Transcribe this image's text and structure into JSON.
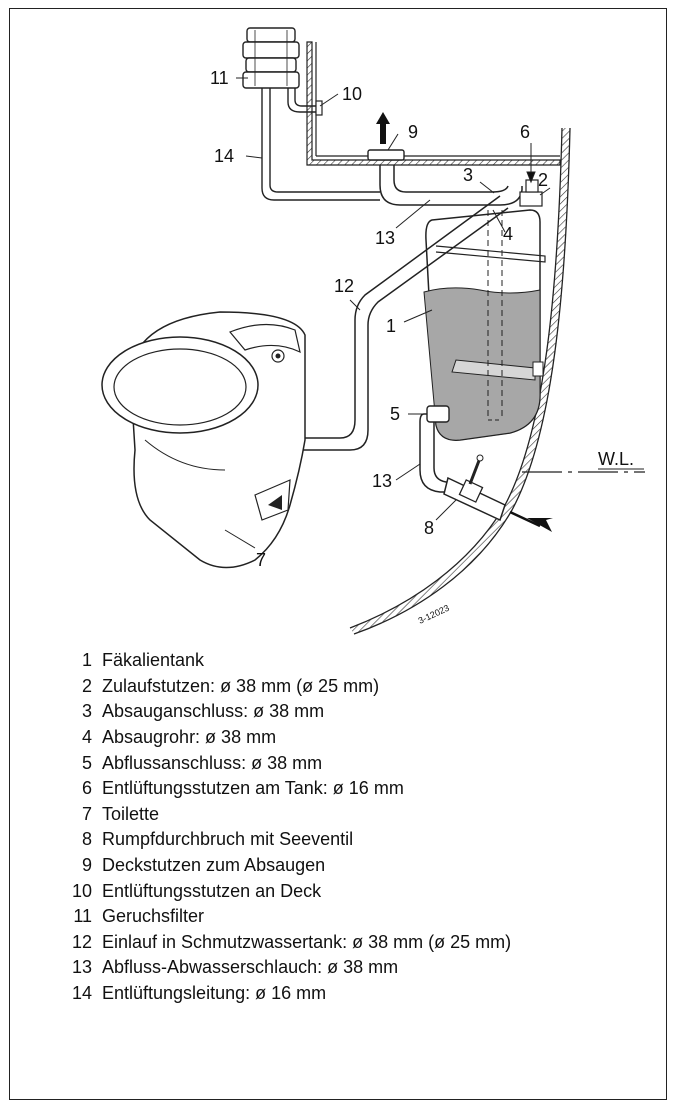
{
  "diagram": {
    "callouts": {
      "n1": "1",
      "n2": "2",
      "n3": "3",
      "n4": "4",
      "n5": "5",
      "n6": "6",
      "n7": "7",
      "n8": "8",
      "n9": "9",
      "n10": "10",
      "n11": "11",
      "n12": "12",
      "n13a": "13",
      "n13b": "13",
      "n14": "14"
    },
    "waterline_label": "W.L.",
    "drawing_code": "3-12023"
  },
  "legend": [
    {
      "num": "1",
      "text": "Fäkalientank"
    },
    {
      "num": "2",
      "text": "Zulaufstutzen: ø 38 mm (ø 25 mm)"
    },
    {
      "num": "3",
      "text": "Absauganschluss: ø 38 mm"
    },
    {
      "num": "4",
      "text": "Absaugrohr: ø 38 mm"
    },
    {
      "num": "5",
      "text": "Abflussanschluss: ø 38 mm"
    },
    {
      "num": "6",
      "text": "Entlüftungsstutzen am Tank: ø 16 mm"
    },
    {
      "num": "7",
      "text": "Toilette"
    },
    {
      "num": "8",
      "text": "Rumpfdurchbruch mit Seeventil"
    },
    {
      "num": "9",
      "text": "Deckstutzen zum Absaugen"
    },
    {
      "num": "10",
      "text": "Entlüftungsstutzen an Deck"
    },
    {
      "num": "11",
      "text": "Geruchsfilter"
    },
    {
      "num": "12",
      "text": "Einlauf in Schmutzwassertank: ø 38 mm (ø 25 mm)"
    },
    {
      "num": "13",
      "text": "Abfluss-Abwasserschlauch: ø 38 mm"
    },
    {
      "num": "14",
      "text": "Entlüftungsleitung: ø 16 mm"
    }
  ]
}
